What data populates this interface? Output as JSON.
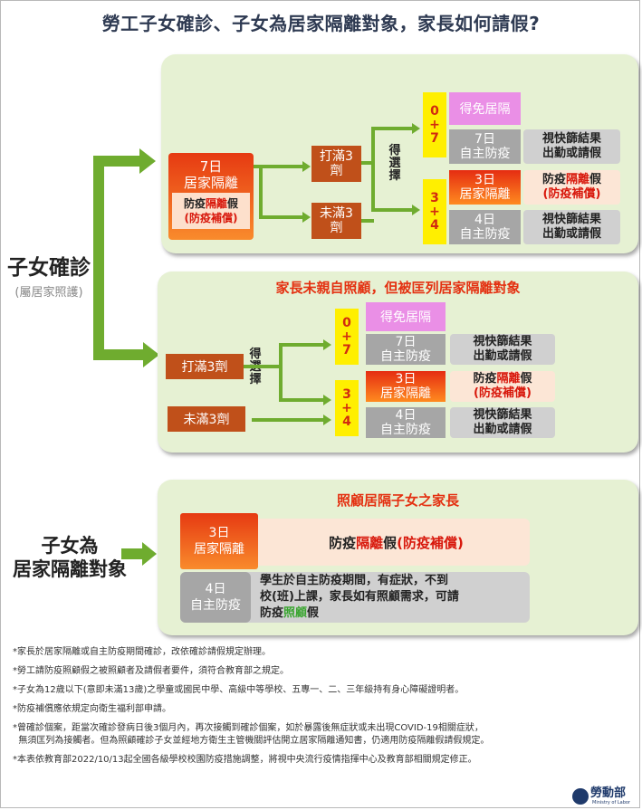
{
  "title": "勞工子女確診、子女為居家隔離對象，家長如何請假?",
  "left": {
    "child_confirmed": "子女確診",
    "child_confirmed_note": "(屬居家照護)",
    "child_quarantine_line1": "子女為",
    "child_quarantine_line2": "居家隔離對象"
  },
  "panel1": {
    "main_line1": "7日",
    "main_line2": "居家隔離",
    "main_leave_a": "防疫",
    "main_leave_b": "隔離",
    "main_leave_c": "假",
    "main_leave_d": "(防疫補償)",
    "vax_full_line1": "打滿3",
    "vax_full_line2": "劑",
    "vax_not_line1": "未滿3",
    "vax_not_line2": "劑",
    "choose_1": "得",
    "choose_2": "選",
    "choose_3": "擇",
    "y1_a": "0",
    "y1_b": "+",
    "y1_c": "7",
    "exempt": "得免居隔",
    "self7_line1": "7日",
    "self7_line2": "自主防疫",
    "rapid_line1": "視快篩結果",
    "rapid_line2": "出勤或請假",
    "y2_a": "3",
    "y2_b": "+",
    "y2_c": "4",
    "q3_line1": "3日",
    "q3_line2": "居家隔離",
    "leave_a": "防疫",
    "leave_b": "隔離",
    "leave_c": "假",
    "leave_d": "(防疫補償)",
    "self4_line1": "4日",
    "self4_line2": "自主防疫",
    "rapid2_line1": "視快篩結果",
    "rapid2_line2": "出勤或請假"
  },
  "panel2": {
    "heading": "家長未親自照顧，但被匡列居家隔離對象",
    "vax_full": "打滿3劑",
    "vax_not": "未滿3劑",
    "choose_1": "得",
    "choose_2": "選",
    "choose_3": "擇",
    "y1_a": "0",
    "y1_b": "+",
    "y1_c": "7",
    "exempt": "得免居隔",
    "self7_line1": "7日",
    "self7_line2": "自主防疫",
    "rapid_line1": "視快篩結果",
    "rapid_line2": "出勤或請假",
    "y2_a": "3",
    "y2_b": "+",
    "y2_c": "4",
    "q3_line1": "3日",
    "q3_line2": "居家隔離",
    "leave_a": "防疫",
    "leave_b": "隔離",
    "leave_c": "假",
    "leave_d": "(防疫補償)",
    "self4_line1": "4日",
    "self4_line2": "自主防疫",
    "rapid2_line1": "視快篩結果",
    "rapid2_line2": "出勤或請假"
  },
  "panel3": {
    "heading": "照顧居隔子女之家長",
    "q3_line1": "3日",
    "q3_line2": "居家隔離",
    "leave_a": "防疫",
    "leave_b": "隔離",
    "leave_c": "假",
    "leave_d": "(防疫補償)",
    "self4_line1": "4日",
    "self4_line2": "自主防疫",
    "desc_line1": "學生於自主防疫期間，有症狀，不到",
    "desc_line2": "校(班)上課，家長如有照顧需求，可請",
    "desc_line3_a": "防疫",
    "desc_line3_b": "照顧",
    "desc_line3_c": "假"
  },
  "notes": [
    "*家長於居家隔離或自主防疫期間確診，改依確診請假規定辦理。",
    "*勞工請防疫照顧假之被照顧者及請假者要件，須符合教育部之規定。",
    "*子女為12歲以下(意即未滿13歲)之學童或國民中學、高級中等學校、五專一、二、三年級持有身心障礙證明者。",
    "*防疫補償應依規定向衛生福利部申請。",
    "*曾確診個案，距當次確診發病日後3個月內，再次接觸到確診個案，如於暴露後無症狀或未出現COVID-19相關症狀，\n  無須匡列為接觸者。但為照顧確診子女並經地方衛生主管機關評估開立居家隔離通知書，仍適用防疫隔離假請假規定。",
    "*本表依教育部2022/10/13起全國各級學校校園防疫措施調整，將視中央流行疫情指揮中心及教育部相關規定修正。"
  ],
  "logo": {
    "name": "勞動部",
    "english": "Ministry of Labor"
  }
}
